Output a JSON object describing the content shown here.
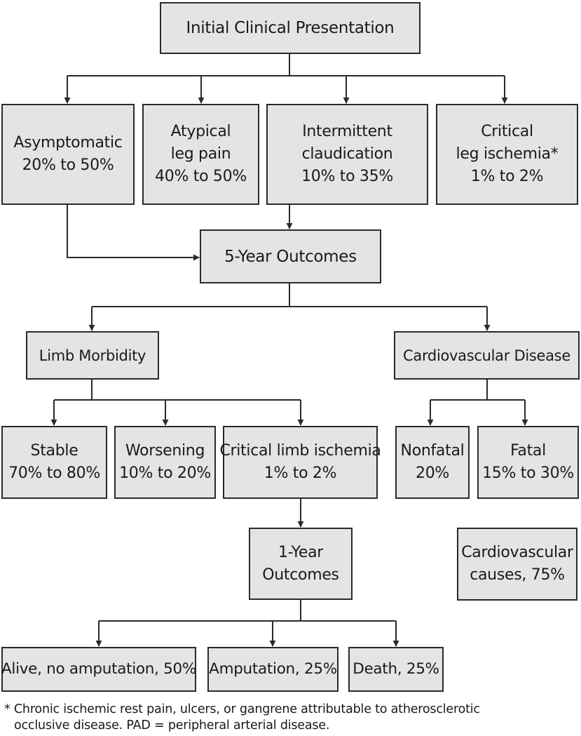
{
  "top": {
    "title": "Initial Clinical Presentation"
  },
  "presentations": [
    {
      "lines": [
        "Asymptomatic",
        "20% to 50%"
      ]
    },
    {
      "lines": [
        "Atypical",
        "leg pain",
        "40% to 50%"
      ]
    },
    {
      "lines": [
        "Intermittent",
        "claudication",
        "10% to 35%"
      ]
    },
    {
      "lines": [
        "Critical",
        "leg ischemia*",
        "1% to 2%"
      ]
    }
  ],
  "five_year": {
    "title": "5-Year Outcomes"
  },
  "limb_morbidity": {
    "title": "Limb Morbidity",
    "items": [
      {
        "lines": [
          "Stable",
          "70% to 80%"
        ]
      },
      {
        "lines": [
          "Worsening",
          "10% to 20%"
        ]
      },
      {
        "lines": [
          "Critical limb ischemia",
          "1% to 2%"
        ]
      }
    ]
  },
  "cardiovascular": {
    "title": "Cardiovascular Disease",
    "items": [
      {
        "lines": [
          "Nonfatal",
          "20%"
        ]
      },
      {
        "lines": [
          "Fatal",
          "15% to 30%"
        ]
      }
    ],
    "causes": [
      "Cardiovascular",
      "causes, 75%"
    ]
  },
  "one_year": {
    "lines": [
      "1-Year",
      "Outcomes"
    ],
    "items": [
      {
        "label": "Alive, no amputation, 50%"
      },
      {
        "label": "Amputation, 25%"
      },
      {
        "label": "Death, 25%"
      }
    ]
  },
  "footnote": {
    "line1": "* Chronic ischemic rest pain, ulcers, or gangrene attributable to atherosclerotic",
    "line2": "occlusive disease. PAD = peripheral arterial disease."
  },
  "colors": {
    "box_fill": "#e3e4e6",
    "line": "#2a2a2a"
  }
}
